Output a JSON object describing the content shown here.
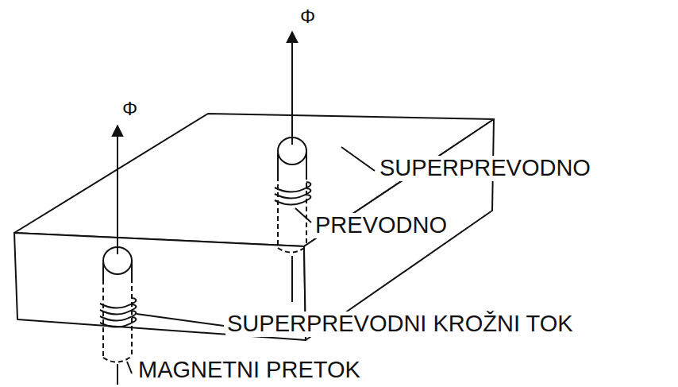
{
  "diagram": {
    "labels": [
      "Φ",
      "Φ",
      "SUPERPREVODNO",
      "PREVODNO",
      "SUPERPREVODNI KROŽNI TOK",
      "MAGNETNI PRETOK"
    ]
  }
}
